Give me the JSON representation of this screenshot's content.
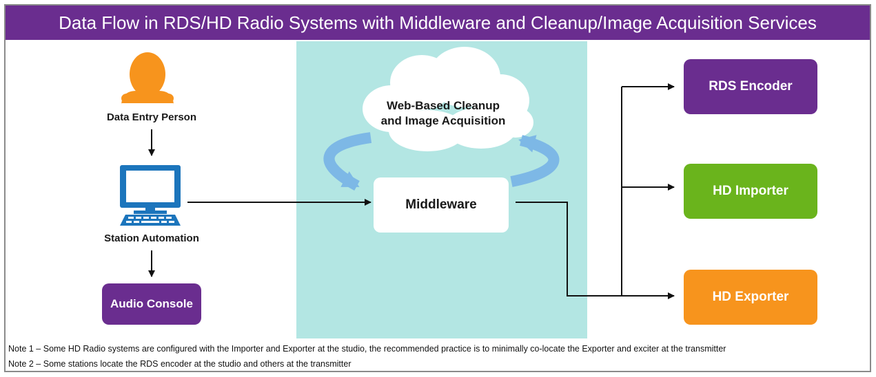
{
  "title": "Data Flow in RDS/HD Radio Systems with Middleware and Cleanup/Image Acquisition Services",
  "nodes": {
    "data_entry_person": "Data Entry Person",
    "station_automation": "Station Automation",
    "audio_console": "Audio Console",
    "cloud_line1": "Web-Based Cleanup",
    "cloud_line2": "and Image Acquisition",
    "middleware": "Middleware",
    "rds_encoder": "RDS Encoder",
    "hd_importer": "HD Importer",
    "hd_exporter": "HD Exporter"
  },
  "notes": [
    "Note 1 – Some HD Radio systems are configured with the Importer and Exporter at the studio, the recommended practice is to minimally co-locate the Exporter and exciter at the transmitter",
    "Note 2 – Some stations locate the RDS encoder at the studio and others at the transmitter"
  ],
  "colors": {
    "purple": "#6a2d8f",
    "green": "#6ab41c",
    "orange": "#f7941d",
    "cyan_panel": "#b3e6e3",
    "blue_arrow": "#7db8e6",
    "monitor_blue": "#1c75bc",
    "person_orange": "#f7941d"
  },
  "icons": [
    "person-icon",
    "computer-icon",
    "cloud-shape",
    "cycle-arrow-icon"
  ]
}
